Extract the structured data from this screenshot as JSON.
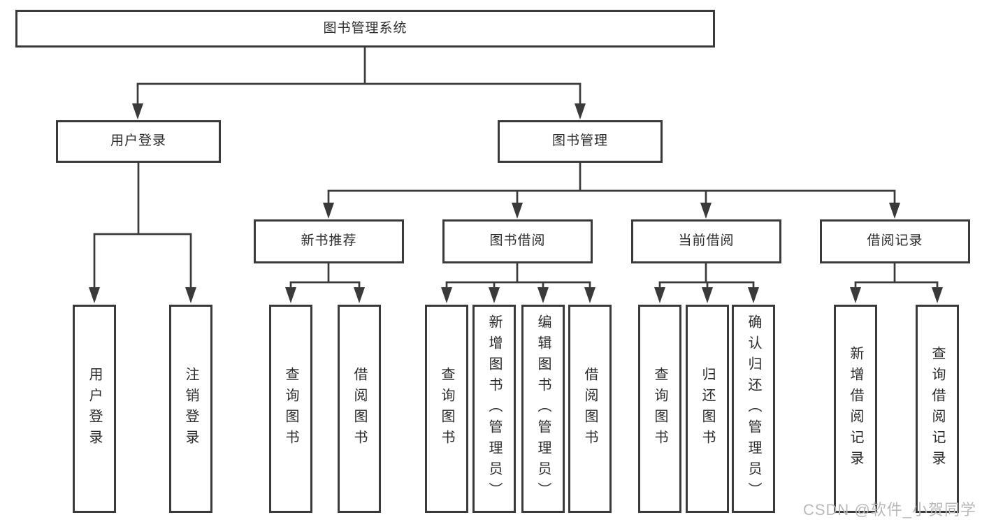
{
  "watermark": "CSDN @软件_小贺同学",
  "colors": {
    "line": "#3a3a3a",
    "box_border": "#3a3a3a",
    "text": "#2b2b2b",
    "watermark": "#b9b9b9",
    "background": "#ffffff"
  },
  "diagram": {
    "root": {
      "label": "图书管理系统"
    },
    "branches": [
      {
        "label": "用户登录",
        "children": [
          {
            "label": "用户登录"
          },
          {
            "label": "注销登录"
          }
        ]
      },
      {
        "label": "图书管理",
        "children": [
          {
            "label": "新书推荐",
            "children": [
              {
                "label": "查询图书"
              },
              {
                "label": "借阅图书"
              }
            ]
          },
          {
            "label": "图书借阅",
            "children": [
              {
                "label": "查询图书"
              },
              {
                "label": "新增图书（管理员）"
              },
              {
                "label": "编辑图书（管理员）"
              },
              {
                "label": "借阅图书"
              }
            ]
          },
          {
            "label": "当前借阅",
            "children": [
              {
                "label": "查询图书"
              },
              {
                "label": "归还图书"
              },
              {
                "label": "确认归还（管理员）"
              }
            ]
          },
          {
            "label": "借阅记录",
            "children": [
              {
                "label": "新增借阅记录"
              },
              {
                "label": "查询借阅记录"
              }
            ]
          }
        ]
      }
    ]
  }
}
